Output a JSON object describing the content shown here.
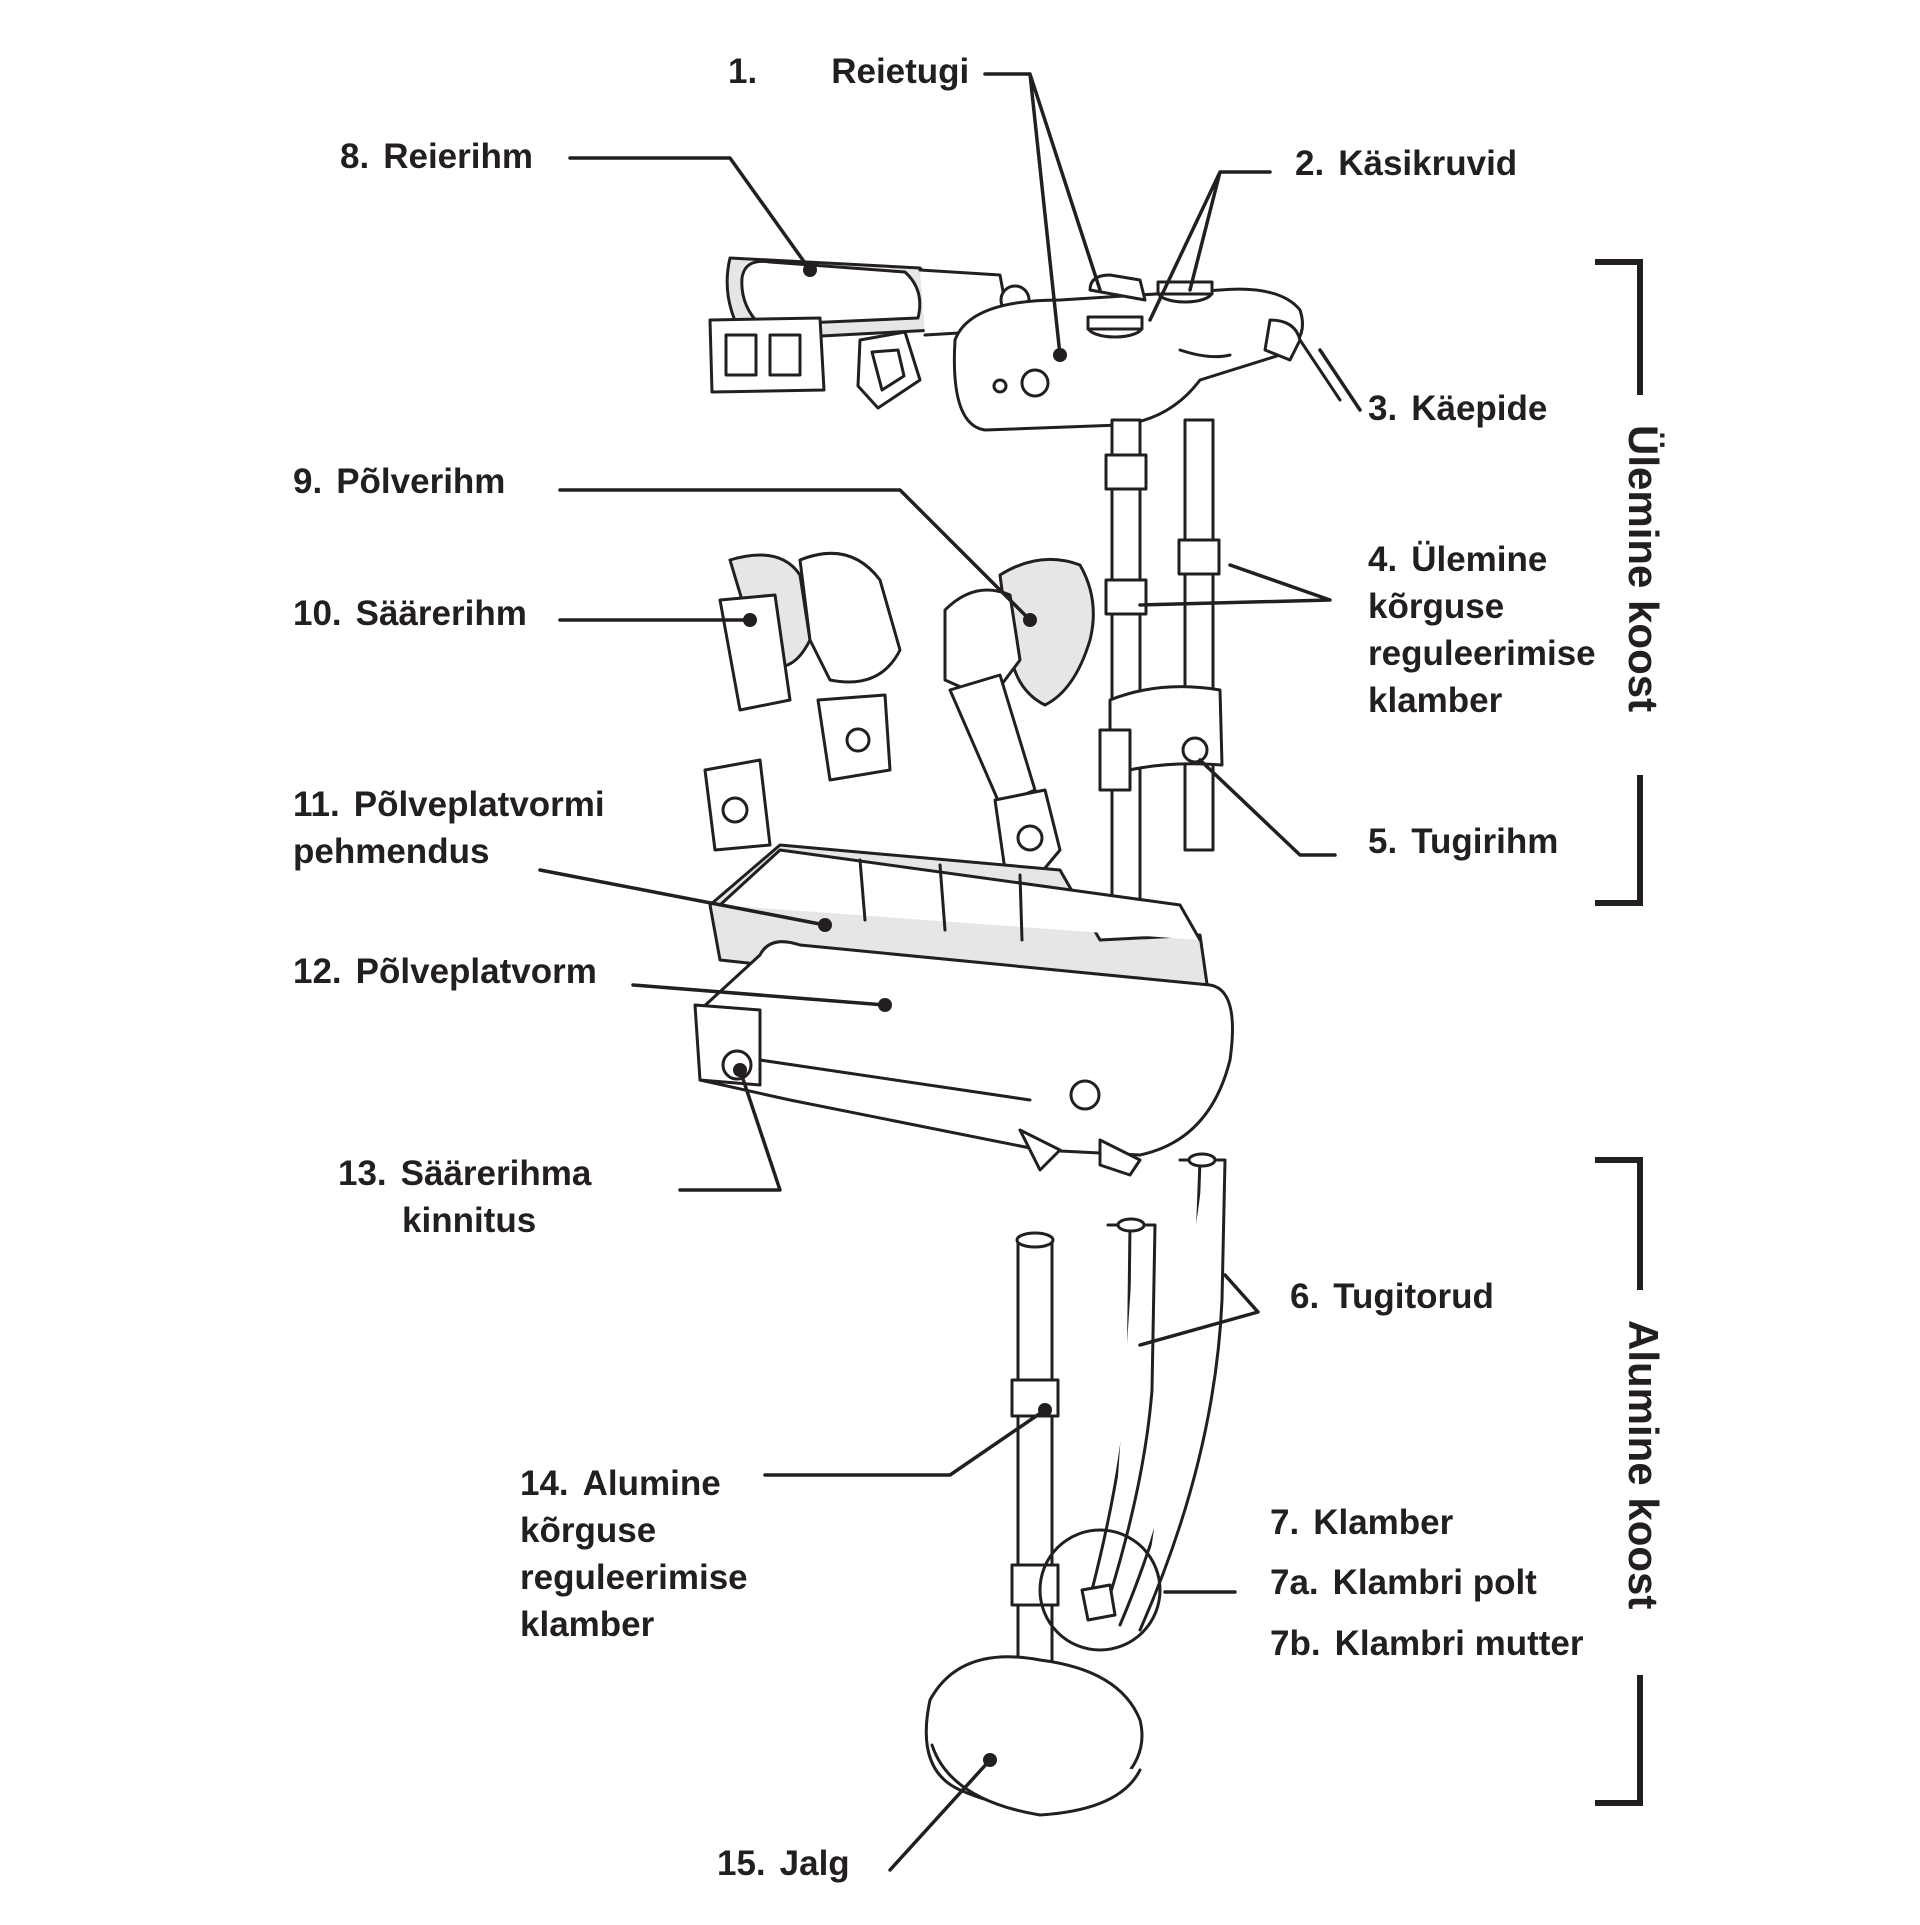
{
  "parts": [
    {
      "id": "p1",
      "num": "1.",
      "name": "Reietugi"
    },
    {
      "id": "p2",
      "num": "2.",
      "name": "Käsikruvid"
    },
    {
      "id": "p3",
      "num": "3.",
      "name": "Käepide"
    },
    {
      "id": "p4",
      "num": "4.",
      "lines": [
        "Ülemine",
        "kõrguse",
        "reguleerimise",
        "klamber"
      ]
    },
    {
      "id": "p5",
      "num": "5.",
      "name": "Tugirihm"
    },
    {
      "id": "p6",
      "num": "6.",
      "name": "Tugitorud"
    },
    {
      "id": "p7",
      "num": "7.",
      "name": "Klamber"
    },
    {
      "id": "p7a",
      "num": "7a.",
      "name": "Klambri polt"
    },
    {
      "id": "p7b",
      "num": "7b.",
      "name": "Klambri mutter"
    },
    {
      "id": "p8",
      "num": "8.",
      "name": "Reierihm"
    },
    {
      "id": "p9",
      "num": "9.",
      "name": "Põlverihm"
    },
    {
      "id": "p10",
      "num": "10.",
      "name": "Säärerihm"
    },
    {
      "id": "p11",
      "num": "11.",
      "lines": [
        "Põlveplatvormi",
        "pehmendus"
      ]
    },
    {
      "id": "p12",
      "num": "12.",
      "name": "Põlveplatvorm"
    },
    {
      "id": "p13",
      "num": "13.",
      "lines": [
        "Säärerihma",
        "kinnitus"
      ]
    },
    {
      "id": "p14",
      "num": "14.",
      "lines": [
        "Alumine",
        "kõrguse",
        "reguleerimise",
        "klamber"
      ]
    },
    {
      "id": "p15",
      "num": "15.",
      "name": "Jalg"
    }
  ],
  "sections": {
    "upper": "Ülemine koost",
    "lower": "Alumine koost"
  },
  "colors": {
    "ink": "#231f20",
    "fill": "#ffffff",
    "shade": "#e6e6e6"
  }
}
